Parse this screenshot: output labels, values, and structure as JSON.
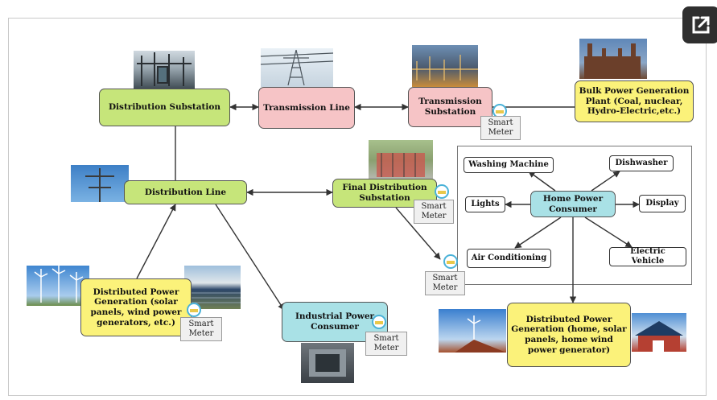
{
  "nodes": {
    "distribution_substation": "Distribution Substation",
    "transmission_line": "Transmission Line",
    "transmission_substation": "Transmission Substation",
    "bulk_power": "Bulk Power Generation Plant (Coal, nuclear, Hydro-Electric,etc.)",
    "distribution_line": "Distribution Line",
    "final_distribution": "Final Distribution Substation",
    "distributed_power_1": "Distributed Power Generation (solar panels, wind power generators, etc.)",
    "industrial_consumer": "Industrial Power Consumer",
    "distributed_power_home": "Distributed Power Generation (home, solar panels, home wind power generator)",
    "home_consumer": "Home Power Consumer",
    "washing_machine": "Washing Machine",
    "dishwasher": "Dishwasher",
    "lights": "Lights",
    "display": "Display",
    "air_conditioning": "Air Conditioning",
    "electric_vehicle": "Electric Vehicle"
  },
  "meters": {
    "m1": "Smart Meter",
    "m2": "Smart Meter",
    "m3": "Smart Meter",
    "m4": "Smart Meter",
    "m5": "Smart Meter"
  }
}
